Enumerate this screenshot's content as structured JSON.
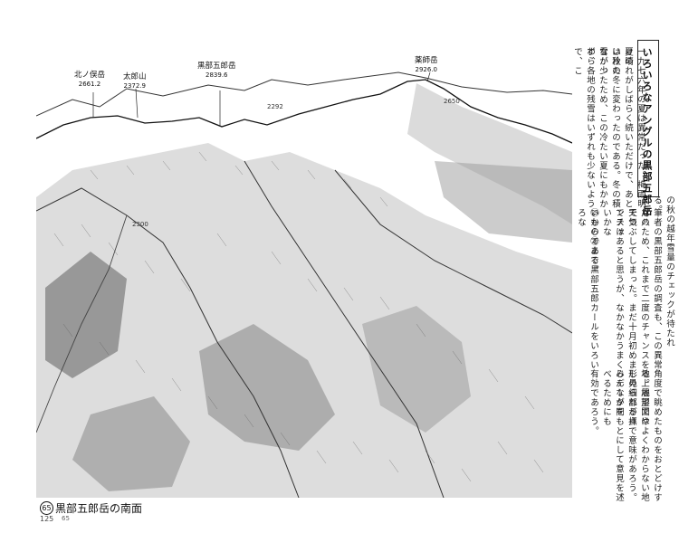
{
  "peaks": [
    {
      "name": "北ノ俣岳",
      "elev": "2661.2"
    },
    {
      "name": "太郎山",
      "elev": "2372.9"
    },
    {
      "name": "黒部五郎岳",
      "elev": "2839.6"
    },
    {
      "name": "薬師岳",
      "elev": "2926.0"
    }
  ],
  "other_elevs": [
    "2292",
    "2300",
    "2650"
  ],
  "caption": {
    "number": "65",
    "title": "黒部五郎岳の南面"
  },
  "page_number": "125",
  "page_number_faint": "65",
  "heading": "いろいろなアングルの黒部五郎岳",
  "text_top": [
    "一九七六年の夏は異常だった。梅雨明けの",
    "夏晴れがしばらく続いただけで、あとは冷た",
    "い秋の冬に変わったのである。冬の積雪が少",
    "なかったため、この冷たい夏にもかかわら",
    "ず、各地の残雪はいずれも少ないようで、こ"
  ],
  "text_bottom": [
    "の秋の越年雪量のチェックが待たれる。",
    "筆者の黒部五郎岳の調査も、この異常な八",
    "月のため、これまで二度のチャンスを天気",
    "でつぶしてしまった。まだ十月初めまでチャ",
    "ンスはあると思うが、なかなかうまくいかな",
    "いものである。",
    "㉕から㉖まで黒部五郎カールをいろいろな",
    "",
    "角度で眺めたものをおとどけする。地形図や",
    "地上展望ではよくわからない地形の細部が拝",
    "し見られる点で意味があろう。みんなが同",
    "じデータをもとにして意見を述べるためにも",
    "有効であろう。"
  ]
}
